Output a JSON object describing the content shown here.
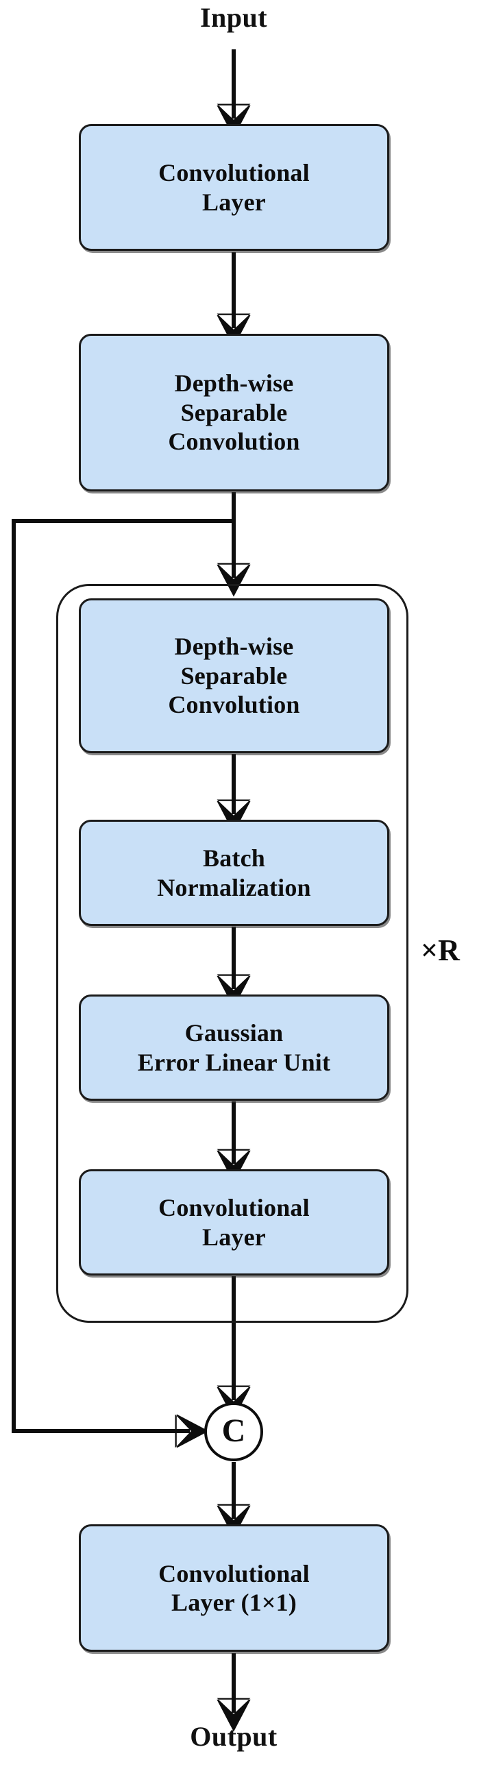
{
  "diagram": {
    "title_top": "Input",
    "title_bottom": "Output",
    "accent_fill": "#c9e0f7",
    "stroke_color": "#1b1b1b",
    "repeat_label": "×R",
    "concat_symbol": "C",
    "nodes": [
      {
        "id": "conv-top",
        "label": "Convolutional\nLayer"
      },
      {
        "id": "dws-conv-stem",
        "label": "Depth-wise\nSeparable\nConvolution"
      },
      {
        "id": "dws-conv-block",
        "label": "Depth-wise\nSeparable\nConvolution"
      },
      {
        "id": "batch-norm",
        "label": "Batch\nNormalization"
      },
      {
        "id": "gelu",
        "label": "Gaussian\nError Linear Unit"
      },
      {
        "id": "conv-block",
        "label": "Convolutional\nLayer"
      },
      {
        "id": "conv-1x1",
        "label": "Convolutional\nLayer (1×1)"
      }
    ]
  }
}
